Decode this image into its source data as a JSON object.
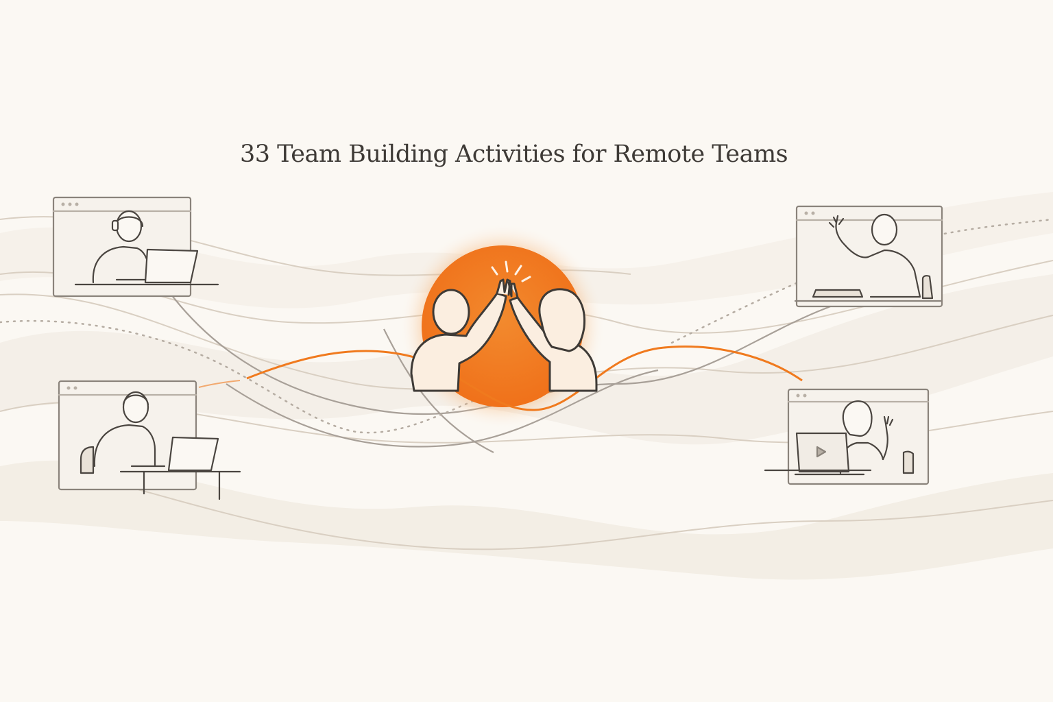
{
  "headline": "33 Team Building Activities for Remote Teams",
  "colors": {
    "background": "#fbf8f3",
    "accent": "#f07a1e",
    "line": "#4a4540",
    "wave": "#e6ddd0"
  },
  "figures": [
    {
      "id": "top-left",
      "icon": "headset-person-laptop-icon"
    },
    {
      "id": "bottom-left",
      "icon": "person-laptop-icon"
    },
    {
      "id": "top-right",
      "icon": "waving-person-icon"
    },
    {
      "id": "bottom-right",
      "icon": "waving-person-video-icon"
    },
    {
      "id": "center",
      "icon": "high-five-icon"
    }
  ]
}
